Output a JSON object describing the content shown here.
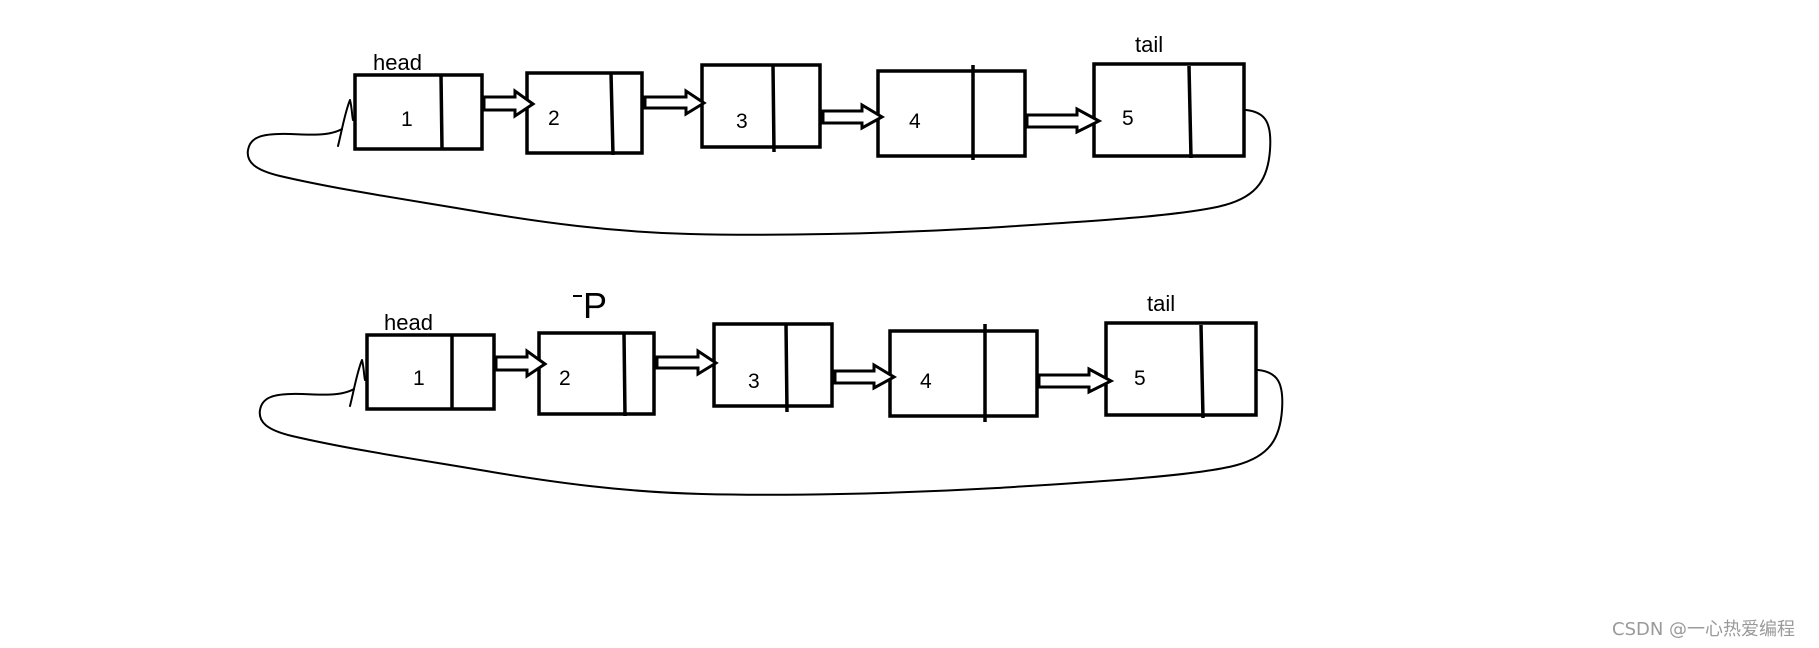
{
  "diagram": {
    "rows": [
      {
        "id": "row-1",
        "nodes": [
          {
            "value": "1"
          },
          {
            "value": "2"
          },
          {
            "value": "3"
          },
          {
            "value": "4"
          },
          {
            "value": "5"
          }
        ],
        "labels": {
          "head": "head",
          "tail": "tail"
        }
      },
      {
        "id": "row-2",
        "nodes": [
          {
            "value": "1"
          },
          {
            "value": "2"
          },
          {
            "value": "3"
          },
          {
            "value": "4"
          },
          {
            "value": "5"
          }
        ],
        "labels": {
          "head": "head",
          "p": "P",
          "tail": "tail"
        }
      }
    ]
  },
  "watermark": {
    "text": "CSDN @一心热爱编程"
  }
}
